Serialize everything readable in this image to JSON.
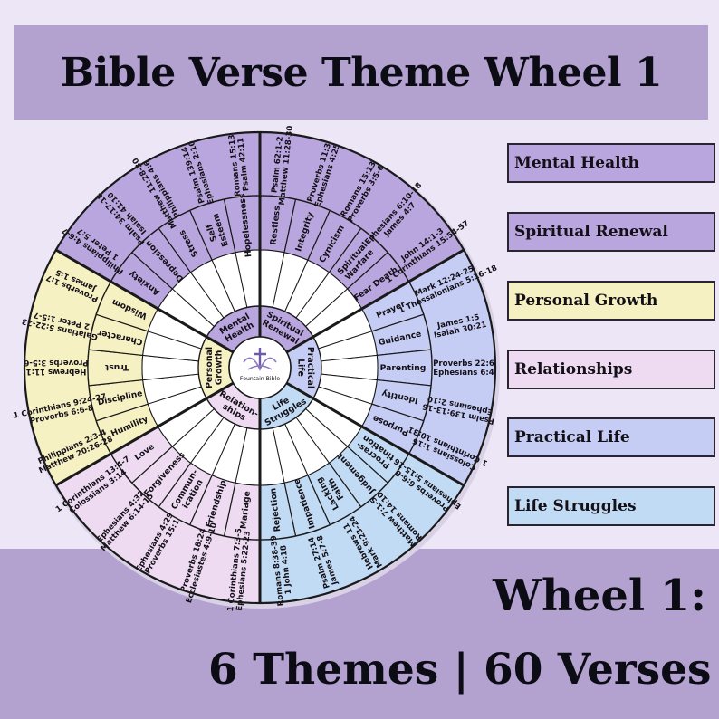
{
  "title": "Bible Verse Theme Wheel 1",
  "colors": {
    "background": "#ede6f6",
    "banner": "#b3a1d0",
    "bottom_band": "#b3a1d0",
    "outline": "#1a1a1a",
    "mental_health": "#b9a6de",
    "spiritual_renewal": "#b9a6de",
    "practical_life": "#c6cdf4",
    "life_struggles": "#c2dbf4",
    "relationships": "#eedbf2",
    "personal_growth": "#f6f1c2"
  },
  "legend": [
    {
      "label": "Mental Health"
    },
    {
      "label": "Spiritual Renewal"
    },
    {
      "label": "Personal Growth"
    },
    {
      "label": "Relationships"
    },
    {
      "label": "Practical Life"
    },
    {
      "label": "Life Struggles"
    }
  ],
  "wheel": {
    "logo_icon": "fountain-cross-icon",
    "logo_text": "Fountain Bible",
    "themes": [
      {
        "name": "Mental Health",
        "color": "#b9a6de",
        "topics": [
          {
            "topic": "Anxiety",
            "verses": [
              "Philippians 4:6-7",
              "1 Peter 5:7"
            ]
          },
          {
            "topic": "Depression",
            "verses": [
              "Psalm 34:17-18",
              "Isaiah 41:10"
            ]
          },
          {
            "topic": "Stress",
            "verses": [
              "Matthew 11:28-30",
              "Philippians 4:6"
            ]
          },
          {
            "topic": "Self Esteem",
            "verses": [
              "Psalm 139:14",
              "Ephesians 2:10"
            ]
          },
          {
            "topic": "Hopelessness",
            "verses": [
              "Romans 15:13",
              "Psalm 42:11"
            ]
          }
        ]
      },
      {
        "name": "Spiritual Renewal",
        "color": "#b9a6de",
        "topics": [
          {
            "topic": "Restless",
            "verses": [
              "Psalm 62:1-2",
              "Matthew 11:28-30"
            ]
          },
          {
            "topic": "Integrity",
            "verses": [
              "Proverbs 11:3",
              "Ephesians 4:25"
            ]
          },
          {
            "topic": "Cynicism",
            "verses": [
              "Romans 15:13",
              "Proverbs 3:5-6"
            ]
          },
          {
            "topic": "Spiritual Warfare",
            "verses": [
              "Ephesians 6:10-18",
              "James 4:7"
            ]
          },
          {
            "topic": "Fear Death",
            "verses": [
              "John 14:1-3",
              "1 Corinthians 15:54-57"
            ]
          }
        ]
      },
      {
        "name": "Practical Life",
        "color": "#c6cdf4",
        "topics": [
          {
            "topic": "Prayer",
            "verses": [
              "Mark 12:24-25",
              "1 Thessalonians 5:16-18"
            ]
          },
          {
            "topic": "Guidance",
            "verses": [
              "James 1:5",
              "Isaiah 30:21"
            ]
          },
          {
            "topic": "Parenting",
            "verses": [
              "Proverbs 22:6",
              "Ephesians 6:4"
            ]
          },
          {
            "topic": "Identity",
            "verses": [
              "Psalm 139:13-16",
              "Ephesians 2:10"
            ]
          },
          {
            "topic": "Purpose",
            "verses": [
              "Colossians 1:16",
              "1 Corinthians 10:31"
            ]
          }
        ]
      },
      {
        "name": "Life Struggles",
        "color": "#c2dbf4",
        "topics": [
          {
            "topic": "Procras-tination",
            "verses": [
              "Proverbs 6:6-8",
              "Ephesians 5:15-16"
            ]
          },
          {
            "topic": "Judgement",
            "verses": [
              "Matthew 7:1-5",
              "Romans 14:10"
            ]
          },
          {
            "topic": "Lacking Faith",
            "verses": [
              "Hebrews 11",
              "Mark 9:23-24"
            ]
          },
          {
            "topic": "Impatience",
            "verses": [
              "Psalm 27:14",
              "James 5:7-8"
            ]
          },
          {
            "topic": "Rejection",
            "verses": [
              "Romans 8:38-39",
              "1 John 4:18"
            ]
          }
        ]
      },
      {
        "name": "Relation-ships",
        "color": "#eedbf2",
        "topics": [
          {
            "topic": "Mariage",
            "verses": [
              "1 Corinthians 7:3-5",
              "Ephesians 5:22-23"
            ]
          },
          {
            "topic": "Friendship",
            "verses": [
              "Proverbs 18:24",
              "Ecclesiastes 4:9-10"
            ]
          },
          {
            "topic": "Commun-ication",
            "verses": [
              "Ephesians 4:29",
              "Proverbs 15:1"
            ]
          },
          {
            "topic": "Forgiveness",
            "verses": [
              "Ephesians 4:32",
              "Matthew 6:14-15"
            ]
          },
          {
            "topic": "Love",
            "verses": [
              "1 Corinthians 13:4-7",
              "Colossians 3:14"
            ]
          }
        ]
      },
      {
        "name": "Personal Growth",
        "color": "#f6f1c2",
        "topics": [
          {
            "topic": "Humility",
            "verses": [
              "Philippians 2:3-4",
              "Matthew 20:26-28"
            ]
          },
          {
            "topic": "Discipline",
            "verses": [
              "1 Corinthians 9:24-27",
              "Proverbs 6:6-8"
            ]
          },
          {
            "topic": "Trust",
            "verses": [
              "Hebrews 11:1",
              "Proverbs 3:5-6"
            ]
          },
          {
            "topic": "Character",
            "verses": [
              "Galatians 5:22-23",
              "2 Peter 1:5-7"
            ]
          },
          {
            "topic": "Wisdom",
            "verses": [
              "Proverbs 1:7",
              "James 1:5"
            ]
          }
        ]
      }
    ]
  },
  "footer": {
    "line1": "Wheel 1:",
    "line2": "6 Themes | 60 Verses"
  }
}
